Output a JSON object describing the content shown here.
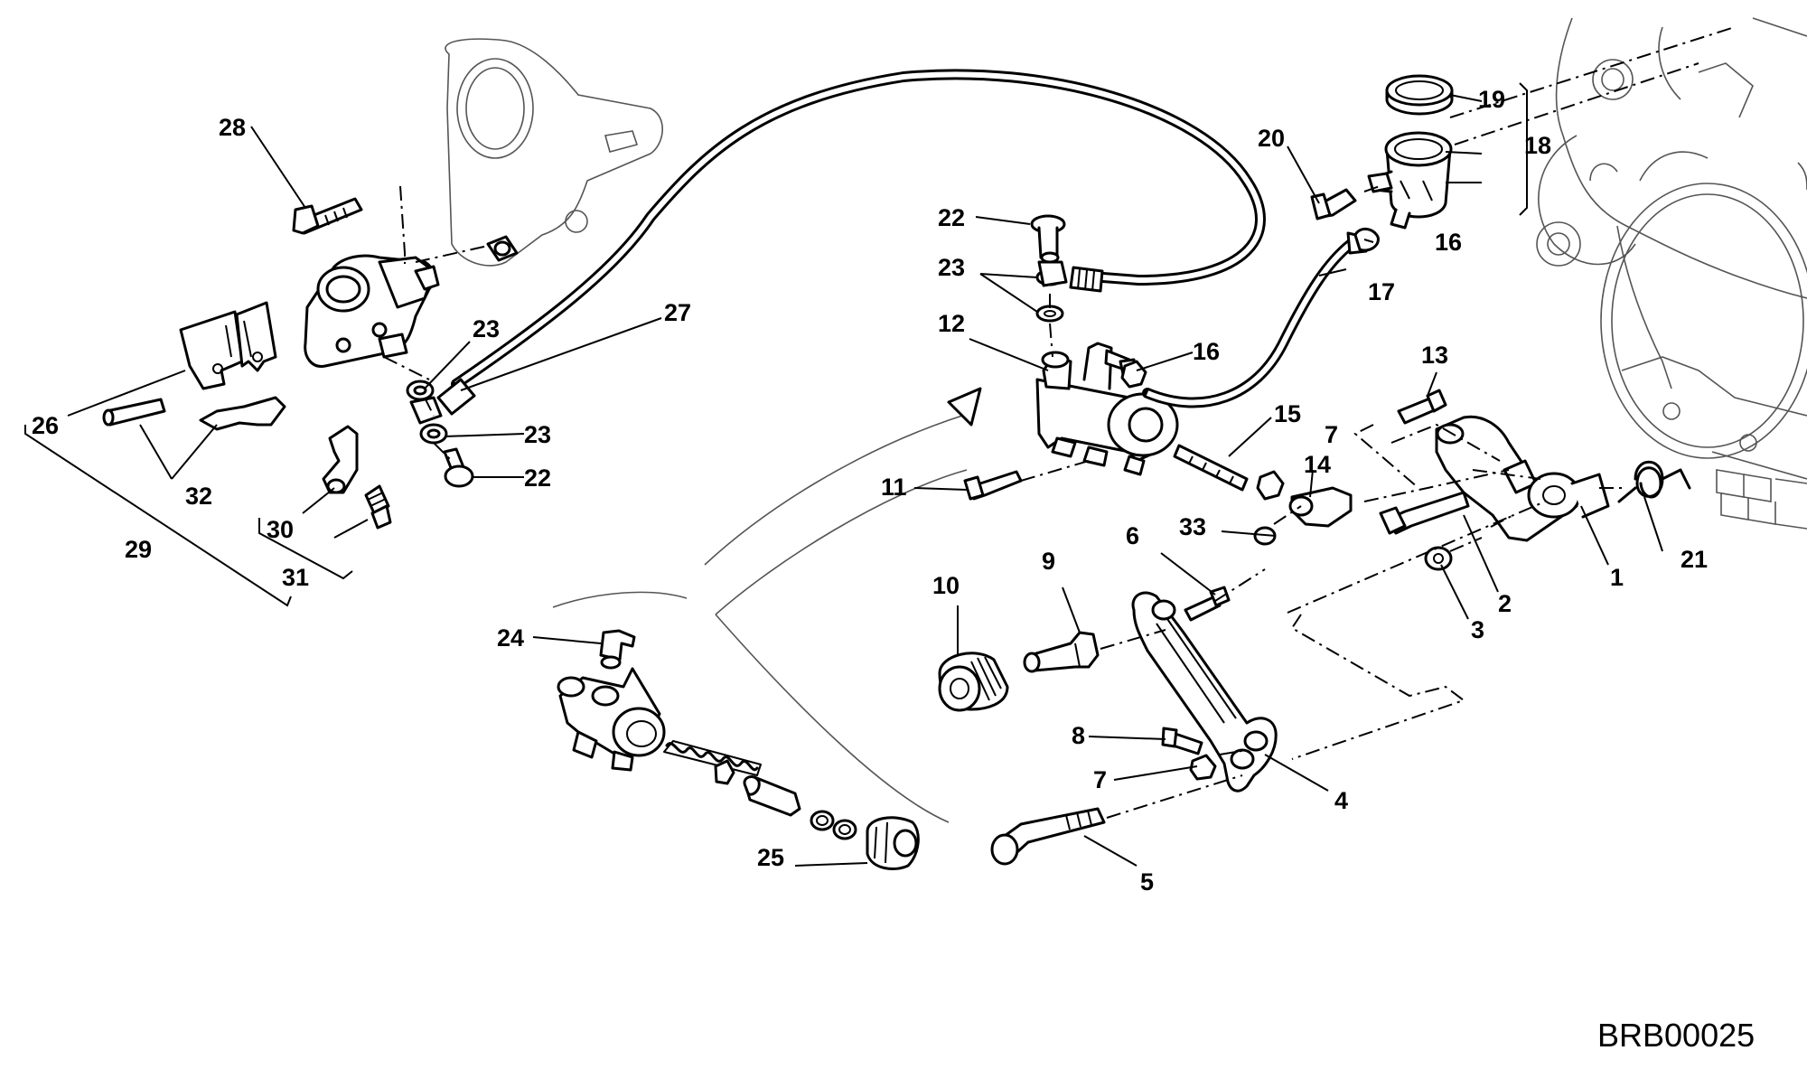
{
  "drawing_code": "BRB00025",
  "callouts": {
    "c1": "1",
    "c2": "2",
    "c3": "3",
    "c4": "4",
    "c5": "5",
    "c6": "6",
    "c7a": "7",
    "c7b": "7",
    "c8": "8",
    "c9": "9",
    "c10": "10",
    "c11": "11",
    "c12": "12",
    "c13": "13",
    "c14": "14",
    "c15": "15",
    "c16a": "16",
    "c16b": "16",
    "c17": "17",
    "c18": "18",
    "c19": "19",
    "c20": "20",
    "c21": "21",
    "c22a": "22",
    "c22b": "22",
    "c23a": "23",
    "c23b": "23",
    "c23c": "23",
    "c24": "24",
    "c25": "25",
    "c26": "26",
    "c27": "27",
    "c28": "28",
    "c29": "29",
    "c30": "30",
    "c31": "31",
    "c32": "32",
    "c33": "33"
  }
}
